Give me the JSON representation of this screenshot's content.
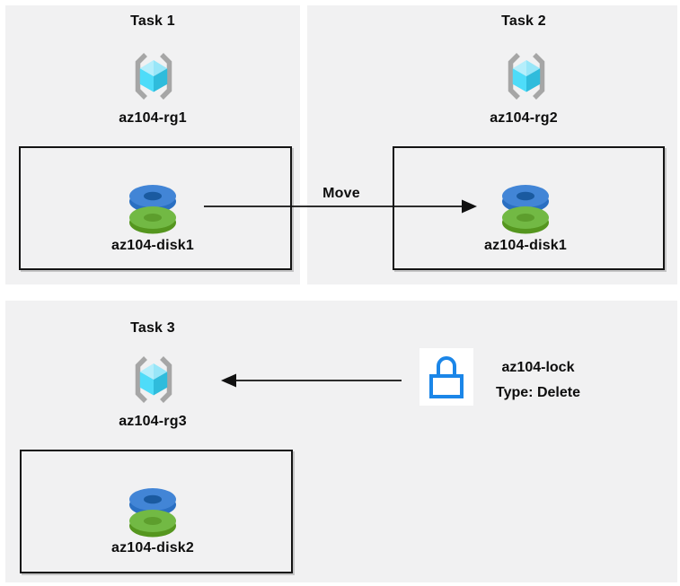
{
  "diagram": {
    "description": "Azure tasks diagram: move disk between resource groups and delete-lock on resource group",
    "background": "#ffffff",
    "panel_color": "#f1f1f2",
    "tasks": [
      {
        "title": "Task 1",
        "resource_group": "az104-rg1",
        "disk": "az104-disk1"
      },
      {
        "title": "Task 2",
        "resource_group": "az104-rg2",
        "disk": "az104-disk1"
      },
      {
        "title": "Task 3",
        "resource_group": "az104-rg3",
        "disk": "az104-disk2"
      }
    ],
    "move_arrow": {
      "label": "Move"
    },
    "lock": {
      "name": "az104-lock",
      "type": "Type: Delete"
    },
    "colors": {
      "cube_light_left": "#b5eefb",
      "cube_light_right": "#98e6f8",
      "cube_face_left": "#4edcf9",
      "cube_face_right": "#2fbcdc",
      "bracket_gray": "#a6a6a6",
      "disk_blue_top": "#4285d6",
      "disk_blue_side": "#2a6fc2",
      "disk_blue_hole": "#1a5aa0",
      "disk_green_top": "#72b944",
      "disk_green_side": "#55961f",
      "disk_green_hole": "#5d9e2d",
      "lock_blue": "#1b86e8",
      "arrow_color": "#111111"
    }
  }
}
